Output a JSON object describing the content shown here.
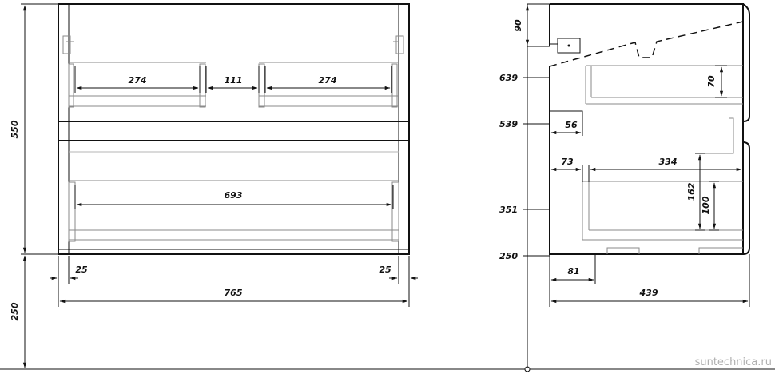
{
  "front_view": {
    "height_total": "550",
    "height_floor": "250",
    "width_total": "765",
    "side_left": "25",
    "side_right": "25",
    "drawer_left_width": "274",
    "gap_width": "111",
    "drawer_right_width": "274",
    "lower_drawer_width": "693"
  },
  "side_view": {
    "top_gap": "90",
    "level_639": "639",
    "level_539": "539",
    "level_351": "351",
    "level_250": "250",
    "drawer_height_top": "70",
    "offset_56": "56",
    "offset_73": "73",
    "depth_334": "334",
    "height_162": "162",
    "height_100": "100",
    "foot_offset": "81",
    "depth_total": "439"
  },
  "watermark": "suntechnica.ru"
}
